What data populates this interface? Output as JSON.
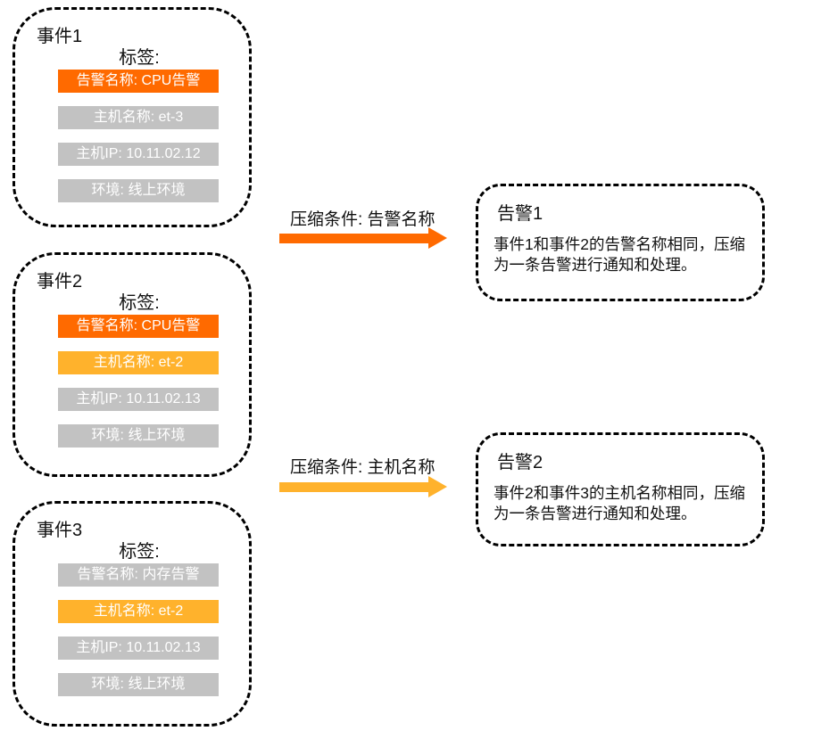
{
  "colors": {
    "orange": "#FF6A00",
    "amber": "#FFB22C",
    "gray": "#C2C2C2"
  },
  "events": [
    {
      "title": "事件1",
      "tags_label": "标签:",
      "tags": [
        {
          "text": "告警名称: CPU告警",
          "color": "orange"
        },
        {
          "text": "主机名称: et-3",
          "color": "gray"
        },
        {
          "text": "主机IP: 10.11.02.12",
          "color": "gray"
        },
        {
          "text": "环境: 线上环境",
          "color": "gray"
        }
      ]
    },
    {
      "title": "事件2",
      "tags_label": "标签:",
      "tags": [
        {
          "text": "告警名称: CPU告警",
          "color": "orange"
        },
        {
          "text": "主机名称: et-2",
          "color": "amber"
        },
        {
          "text": "主机IP: 10.11.02.13",
          "color": "gray"
        },
        {
          "text": "环境: 线上环境",
          "color": "gray"
        }
      ]
    },
    {
      "title": "事件3",
      "tags_label": "标签:",
      "tags": [
        {
          "text": "告警名称: 内存告警",
          "color": "gray"
        },
        {
          "text": "主机名称: et-2",
          "color": "amber"
        },
        {
          "text": "主机IP: 10.11.02.13",
          "color": "gray"
        },
        {
          "text": "环境: 线上环境",
          "color": "gray"
        }
      ]
    }
  ],
  "flows": [
    {
      "condition": "压缩条件: 告警名称",
      "arrow_color": "orange"
    },
    {
      "condition": "压缩条件: 主机名称",
      "arrow_color": "amber"
    }
  ],
  "alerts": [
    {
      "title": "告警1",
      "line1": "事件1和事件2的告警名称相同，压缩",
      "line2": "为一条告警进行通知和处理。"
    },
    {
      "title": "告警2",
      "line1": "事件2和事件3的主机名称相同，压缩",
      "line2": "为一条告警进行通知和处理。"
    }
  ]
}
